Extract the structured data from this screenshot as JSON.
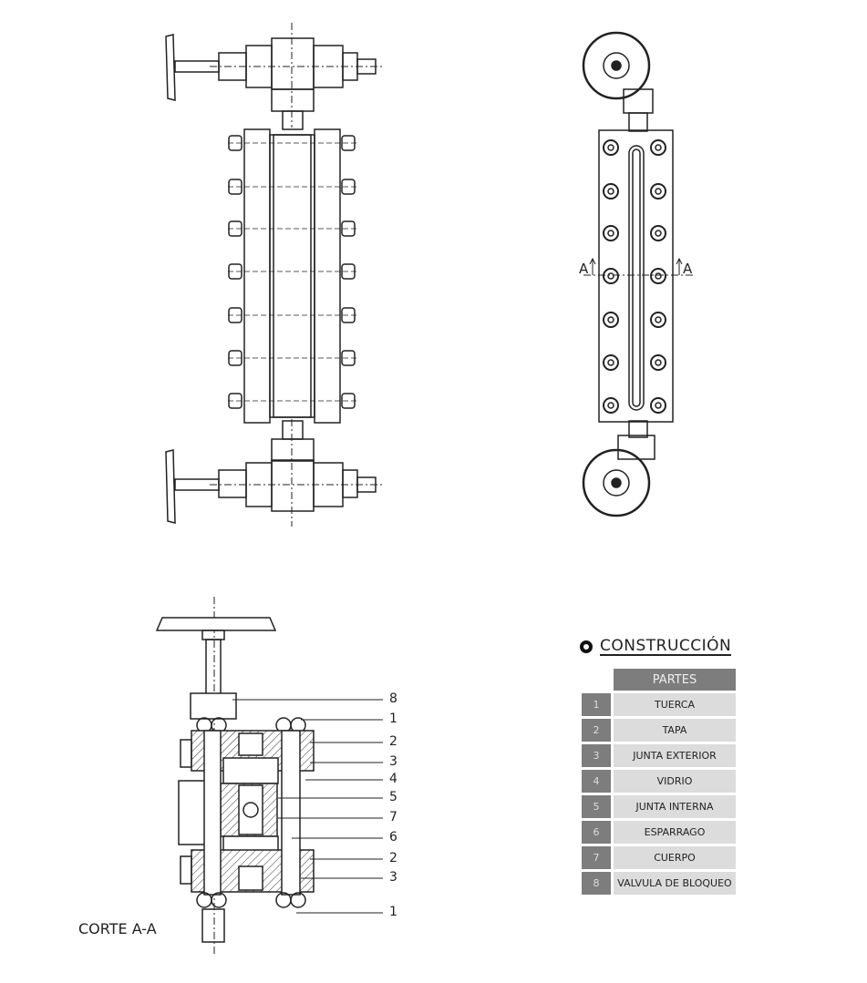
{
  "section_marks": {
    "left": "A",
    "right": "A"
  },
  "section_view": {
    "caption": "CORTE A-A",
    "callouts": [
      "8",
      "1",
      "2",
      "3",
      "4",
      "5",
      "7",
      "6",
      "2",
      "3",
      "1"
    ]
  },
  "construction": {
    "title": "CONSTRUCCIÓN",
    "header": "PARTES",
    "rows": [
      {
        "num": "1",
        "name": "TUERCA"
      },
      {
        "num": "2",
        "name": "TAPA"
      },
      {
        "num": "3",
        "name": "JUNTA EXTERIOR"
      },
      {
        "num": "4",
        "name": "VIDRIO"
      },
      {
        "num": "5",
        "name": "JUNTA INTERNA"
      },
      {
        "num": "6",
        "name": "ESPARRAGO"
      },
      {
        "num": "7",
        "name": "CUERPO"
      },
      {
        "num": "8",
        "name": "VALVULA DE BLOQUEO"
      }
    ]
  }
}
